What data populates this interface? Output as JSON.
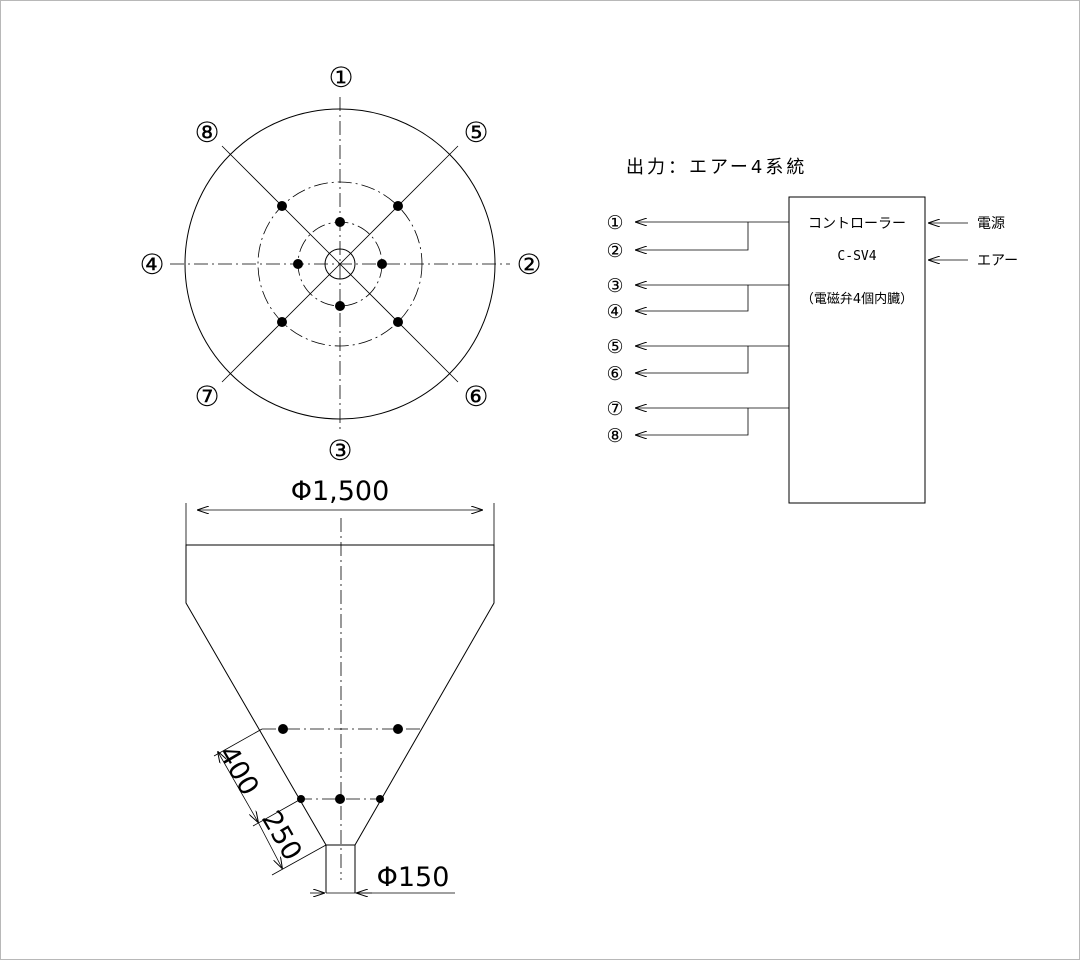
{
  "top_view": {
    "positions": [
      "①",
      "②",
      "③",
      "④",
      "⑤",
      "⑥",
      "⑦",
      "⑧"
    ]
  },
  "side_view": {
    "top_diameter": "Φ1,500",
    "outlet_diameter": "Φ150",
    "dim_upper": "400",
    "dim_lower": "250"
  },
  "controller": {
    "output_title": "出力：エアー4系統",
    "name": "コントローラー",
    "model": "C-SV4",
    "note": "（電磁弁4個内臓）",
    "input_power": "電源",
    "input_air": "エアー",
    "outputs": [
      "①",
      "②",
      "③",
      "④",
      "⑤",
      "⑥",
      "⑦",
      "⑧"
    ]
  }
}
